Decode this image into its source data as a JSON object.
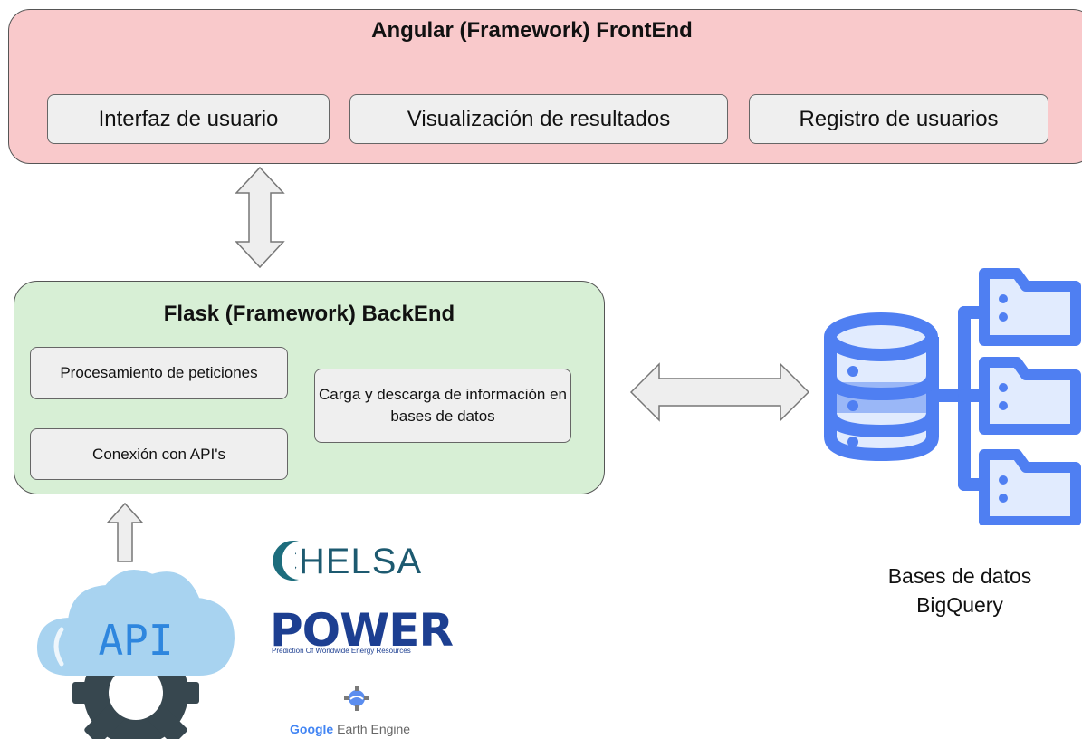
{
  "frontend": {
    "title": "Angular (Framework) FrontEnd",
    "boxes": [
      "Interfaz de usuario",
      "Visualización de resultados",
      "Registro de usuarios"
    ]
  },
  "backend": {
    "title": "Flask (Framework) BackEnd",
    "box_processing": "Procesamiento de peticiones",
    "box_api": "Conexión con API's",
    "box_db": "Carga y descarga de información en bases de datos"
  },
  "database": {
    "label_line1": "Bases de datos",
    "label_line2": "BigQuery"
  },
  "api_icon": {
    "text": "API"
  },
  "logos": {
    "chelsa": "CHELSA",
    "power": "POWER",
    "power_subtitle": "Prediction Of Worldwide Energy Resources",
    "gee_google": "Google",
    "gee_rest": "Earth Engine"
  },
  "colors": {
    "frontend_fill": "#f9c9cb",
    "backend_fill": "#d7efd5",
    "box_fill": "#efefef",
    "db_blue": "#4f7ff2",
    "db_light_blue": "#e1ebfe",
    "api_cloud": "#a8d3f0",
    "api_text": "#2e86de",
    "gear": "#37474f"
  }
}
